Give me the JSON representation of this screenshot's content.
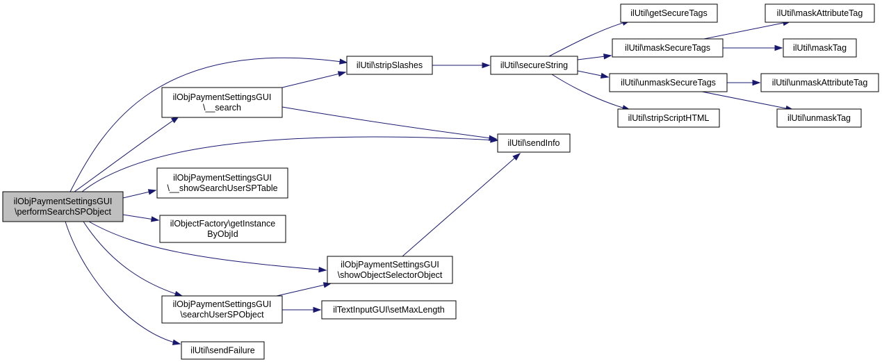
{
  "graph": {
    "root_fill": "#bfbfbf",
    "node_fill": "#ffffff",
    "edge_color": "#191970",
    "nodes": [
      {
        "id": "perform",
        "lines": [
          "ilObjPaymentSettingsGUI",
          "\\performSearchSPObject"
        ],
        "root": true
      },
      {
        "id": "search",
        "lines": [
          "ilObjPaymentSettingsGUI",
          "\\__search"
        ]
      },
      {
        "id": "showtable",
        "lines": [
          "ilObjPaymentSettingsGUI",
          "\\__showSearchUserSPTable"
        ]
      },
      {
        "id": "getinstance",
        "lines": [
          "ilObjectFactory\\getInstance",
          "ByObjId"
        ]
      },
      {
        "id": "searchuser",
        "lines": [
          "ilObjPaymentSettingsGUI",
          "\\searchUserSPObject"
        ]
      },
      {
        "id": "sendfailure",
        "lines": [
          "ilUtil\\sendFailure"
        ]
      },
      {
        "id": "stripslashes",
        "lines": [
          "ilUtil\\stripSlashes"
        ]
      },
      {
        "id": "showselector",
        "lines": [
          "ilObjPaymentSettingsGUI",
          "\\showObjectSelectorObject"
        ]
      },
      {
        "id": "setmaxlength",
        "lines": [
          "ilTextInputGUI\\setMaxLength"
        ]
      },
      {
        "id": "securestring",
        "lines": [
          "ilUtil\\secureString"
        ]
      },
      {
        "id": "sendinfo",
        "lines": [
          "ilUtil\\sendInfo"
        ]
      },
      {
        "id": "getsecuretags",
        "lines": [
          "ilUtil\\getSecureTags"
        ]
      },
      {
        "id": "masksecuretags",
        "lines": [
          "ilUtil\\maskSecureTags"
        ]
      },
      {
        "id": "unmasksecuretags",
        "lines": [
          "ilUtil\\unmaskSecureTags"
        ]
      },
      {
        "id": "stripscripthtml",
        "lines": [
          "ilUtil\\stripScriptHTML"
        ]
      },
      {
        "id": "maskattributetag",
        "lines": [
          "ilUtil\\maskAttributeTag"
        ]
      },
      {
        "id": "masktag",
        "lines": [
          "ilUtil\\maskTag"
        ]
      },
      {
        "id": "unmaskattributetag",
        "lines": [
          "ilUtil\\unmaskAttributeTag"
        ]
      },
      {
        "id": "unmasktag",
        "lines": [
          "ilUtil\\unmaskTag"
        ]
      }
    ],
    "edges": [
      {
        "from": "perform",
        "to": "stripslashes"
      },
      {
        "from": "perform",
        "to": "search"
      },
      {
        "from": "perform",
        "to": "sendinfo"
      },
      {
        "from": "perform",
        "to": "showtable"
      },
      {
        "from": "perform",
        "to": "getinstance"
      },
      {
        "from": "perform",
        "to": "showselector"
      },
      {
        "from": "perform",
        "to": "searchuser"
      },
      {
        "from": "perform",
        "to": "sendfailure"
      },
      {
        "from": "search",
        "to": "stripslashes"
      },
      {
        "from": "search",
        "to": "sendinfo"
      },
      {
        "from": "searchuser",
        "to": "showselector"
      },
      {
        "from": "searchuser",
        "to": "setmaxlength"
      },
      {
        "from": "showselector",
        "to": "sendinfo"
      },
      {
        "from": "stripslashes",
        "to": "securestring"
      },
      {
        "from": "securestring",
        "to": "getsecuretags"
      },
      {
        "from": "securestring",
        "to": "masksecuretags"
      },
      {
        "from": "securestring",
        "to": "unmasksecuretags"
      },
      {
        "from": "securestring",
        "to": "stripscripthtml"
      },
      {
        "from": "masksecuretags",
        "to": "maskattributetag"
      },
      {
        "from": "masksecuretags",
        "to": "masktag"
      },
      {
        "from": "unmasksecuretags",
        "to": "unmaskattributetag"
      },
      {
        "from": "unmasksecuretags",
        "to": "unmasktag"
      }
    ]
  }
}
